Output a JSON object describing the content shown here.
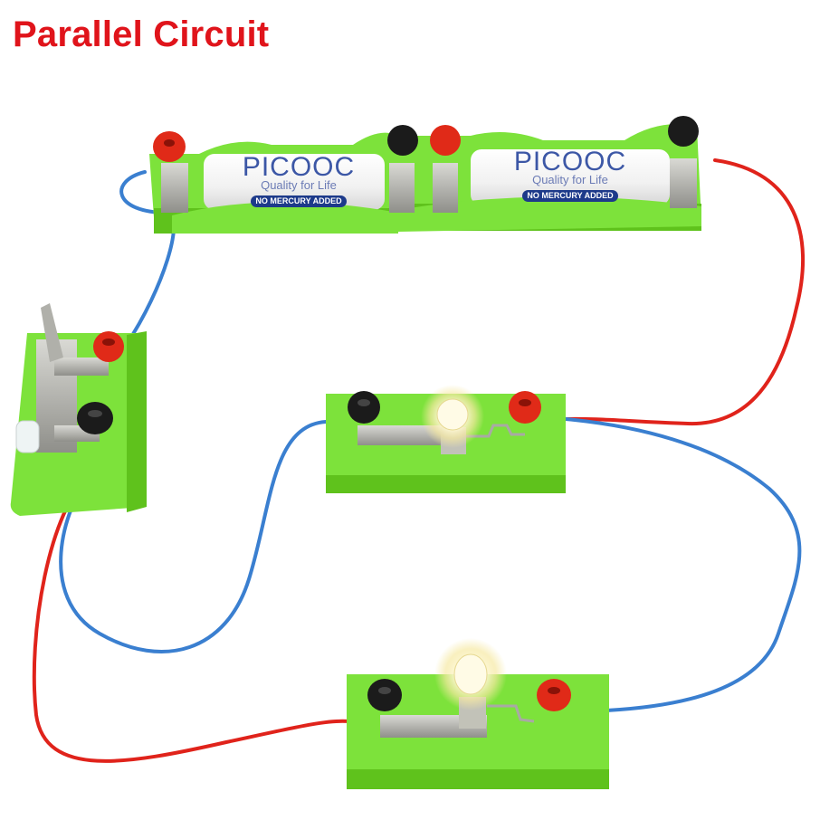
{
  "title": {
    "text": "Parallel Circuit",
    "color": "#e0141b"
  },
  "scene": {
    "description": "Educational electric circuit kit photo showing a parallel circuit",
    "components": [
      {
        "type": "battery-holder",
        "count": 2
      },
      {
        "type": "knife-switch-with-led",
        "count": 1
      },
      {
        "type": "bulb-holder",
        "count": 2,
        "state": "lit"
      }
    ]
  },
  "batteries": [
    {
      "brand": "PICOOC",
      "tagline": "Quality for Life",
      "badge": "NO MERCURY ADDED"
    },
    {
      "brand": "PICOOC",
      "tagline": "Quality for Life",
      "badge": "NO MERCURY ADDED"
    }
  ],
  "colors": {
    "board_green": "#7de23b",
    "board_shadow": "#5fc21c",
    "wire_red": "#e0231b",
    "wire_blue": "#3a7fd0",
    "terminal_red": "#e02a18",
    "terminal_black": "#1b1b1b",
    "metal": "#b9b9b4",
    "bulb_glow": "#fff6c8"
  }
}
